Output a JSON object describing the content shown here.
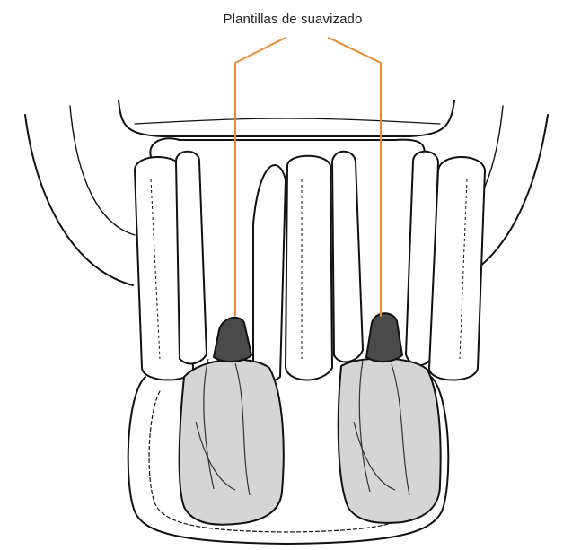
{
  "callout": {
    "label": "Plantillas de suavizado"
  },
  "colors": {
    "leader_line": "#e88a2e",
    "outline": "#111111",
    "insole_fill": "#d5d5d5",
    "heel_cap_fill": "#4a4a4a"
  },
  "parts": [
    "leg-rest-frame",
    "calf-cushions",
    "foot-wells",
    "smoothing-insoles"
  ]
}
